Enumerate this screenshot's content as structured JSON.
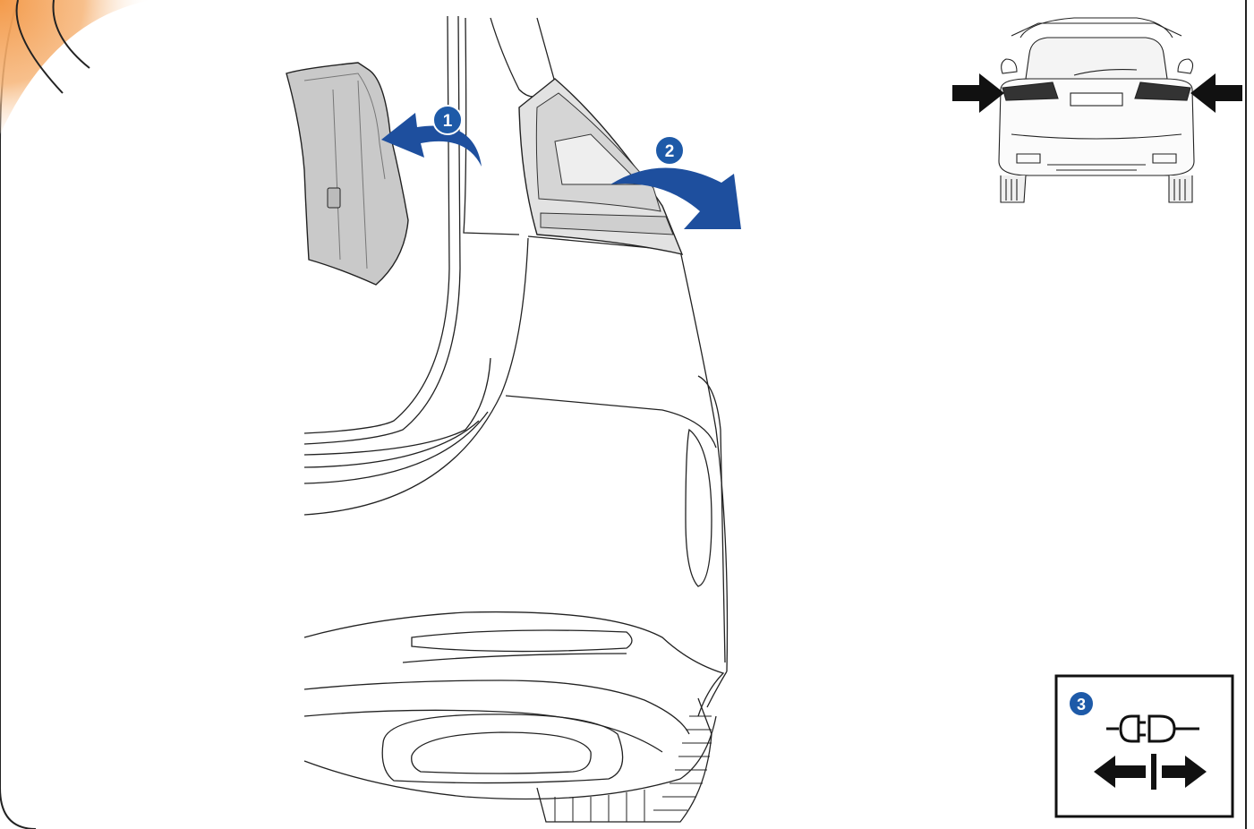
{
  "steps": [
    {
      "number": "1",
      "action": "remove-side-trim-panel"
    },
    {
      "number": "2",
      "action": "remove-tail-light"
    },
    {
      "number": "3",
      "action": "disconnect-plug-connector"
    }
  ],
  "icons": {
    "step1_arrow": "curved-arrow-left-icon",
    "step2_arrow": "curved-arrow-right-icon",
    "connector": "plug-connector-icon",
    "disconnect": "disconnect-arrows-icon",
    "pointer_left": "pointer-arrow-right-icon",
    "pointer_right": "pointer-arrow-left-icon"
  },
  "colors": {
    "badge": "#1e5aa8",
    "arrow": "#1e4f9e",
    "accent": "#f39a4a",
    "line": "#222222",
    "panel_fill": "#c9c9c9"
  }
}
